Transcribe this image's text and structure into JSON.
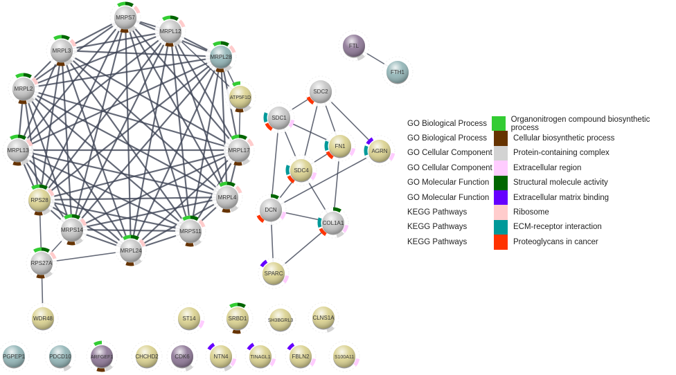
{
  "terms": {
    "org": {
      "category": "GO Biological Process",
      "label": "Organonitrogen compound biosynthetic process",
      "color": "#33cc33"
    },
    "cbp": {
      "category": "GO Biological Process",
      "label": "Cellular biosynthetic process",
      "color": "#663300"
    },
    "pcc": {
      "category": "GO Cellular Component",
      "label": "Protein-containing complex",
      "color": "#d3d3d3"
    },
    "exr": {
      "category": "GO Cellular Component",
      "label": "Extracellular region",
      "color": "#ffccff"
    },
    "sma": {
      "category": "GO Molecular Function",
      "label": "Structural molecule activity",
      "color": "#006600"
    },
    "emb": {
      "category": "GO Molecular Function",
      "label": "Extracellular matrix binding",
      "color": "#6600ff"
    },
    "rib": {
      "category": "KEGG Pathways",
      "label": "Ribosome",
      "color": "#ffcccc"
    },
    "ecm": {
      "category": "KEGG Pathways",
      "label": "ECM-receptor interaction",
      "color": "#009999"
    },
    "pgc": {
      "category": "KEGG Pathways",
      "label": "Proteoglycans in cancer",
      "color": "#ff3300"
    }
  },
  "legend_order": [
    "org",
    "cbp",
    "pcc",
    "exr",
    "sma",
    "emb",
    "rib",
    "ecm",
    "pgc"
  ],
  "node_colors": {
    "gray": "#c4c4c4",
    "yellow": "#d9d08c",
    "teal": "#8fb3b5",
    "purple": "#8a7393"
  },
  "nodes": [
    {
      "id": "MRPS7",
      "color": "gray",
      "terms": [
        "org",
        "sma",
        "rib",
        "pcc",
        "cbp"
      ]
    },
    {
      "id": "MRPL12",
      "color": "gray",
      "terms": [
        "org",
        "sma",
        "rib",
        "pcc",
        "cbp"
      ]
    },
    {
      "id": "MRPL3",
      "color": "gray",
      "terms": [
        "org",
        "sma",
        "rib",
        "pcc",
        "cbp"
      ]
    },
    {
      "id": "MRPL28",
      "color": "teal",
      "terms": [
        "org",
        "sma",
        "rib",
        "pcc",
        "cbp"
      ]
    },
    {
      "id": "MRPL2",
      "color": "gray",
      "terms": [
        "org",
        "sma",
        "rib",
        "pcc",
        "cbp"
      ]
    },
    {
      "id": "ATP5F1D",
      "color": "yellow",
      "terms": [
        "org",
        "pcc",
        "cbp"
      ]
    },
    {
      "id": "MRPL13",
      "color": "gray",
      "terms": [
        "org",
        "sma",
        "rib",
        "pcc",
        "cbp"
      ]
    },
    {
      "id": "MRPL17",
      "color": "gray",
      "terms": [
        "org",
        "sma",
        "rib",
        "pcc",
        "cbp"
      ]
    },
    {
      "id": "RPS28",
      "color": "yellow",
      "terms": [
        "org",
        "sma",
        "rib",
        "pcc",
        "cbp"
      ]
    },
    {
      "id": "MRPL4",
      "color": "gray",
      "terms": [
        "org",
        "sma",
        "rib",
        "pcc",
        "cbp"
      ]
    },
    {
      "id": "MRPS14",
      "color": "gray",
      "terms": [
        "org",
        "sma",
        "rib",
        "pcc",
        "cbp"
      ]
    },
    {
      "id": "MRPS11",
      "color": "gray",
      "terms": [
        "org",
        "sma",
        "rib",
        "pcc",
        "cbp"
      ]
    },
    {
      "id": "MRPL24",
      "color": "gray",
      "terms": [
        "org",
        "sma",
        "rib",
        "pcc",
        "cbp"
      ]
    },
    {
      "id": "RPS27A",
      "color": "gray",
      "terms": [
        "org",
        "sma",
        "rib",
        "pcc",
        "cbp"
      ]
    },
    {
      "id": "WDR48",
      "color": "yellow",
      "terms": []
    },
    {
      "id": "FTL",
      "color": "purple",
      "terms": [
        "pcc"
      ]
    },
    {
      "id": "FTH1",
      "color": "teal",
      "terms": []
    },
    {
      "id": "SDC2",
      "color": "gray",
      "terms": [
        "pgc"
      ]
    },
    {
      "id": "SDC1",
      "color": "gray",
      "terms": [
        "ecm",
        "pgc",
        "exr"
      ]
    },
    {
      "id": "FN1",
      "color": "yellow",
      "terms": [
        "ecm",
        "pgc",
        "exr"
      ]
    },
    {
      "id": "AGRN",
      "color": "yellow",
      "terms": [
        "emb",
        "ecm",
        "exr"
      ]
    },
    {
      "id": "SDC4",
      "color": "yellow",
      "terms": [
        "ecm",
        "pgc",
        "exr"
      ]
    },
    {
      "id": "DCN",
      "color": "gray",
      "terms": [
        "sma",
        "pgc",
        "exr"
      ]
    },
    {
      "id": "COL1A1",
      "color": "gray",
      "terms": [
        "sma",
        "ecm",
        "pgc",
        "exr",
        "pcc"
      ]
    },
    {
      "id": "SPARC",
      "color": "yellow",
      "terms": [
        "emb",
        "exr"
      ]
    },
    {
      "id": "ST14",
      "color": "yellow",
      "terms": [
        "exr"
      ]
    },
    {
      "id": "SRBD1",
      "color": "yellow",
      "terms": [
        "org",
        "sma",
        "cbp"
      ]
    },
    {
      "id": "SH3BGRL3",
      "color": "yellow",
      "terms": []
    },
    {
      "id": "CLNS1A",
      "color": "yellow",
      "terms": [
        "pcc"
      ]
    },
    {
      "id": "PGPEP1",
      "color": "teal",
      "terms": []
    },
    {
      "id": "PDCD10",
      "color": "teal",
      "terms": [
        "pcc"
      ]
    },
    {
      "id": "ARFGEF1",
      "color": "purple",
      "terms": [
        "org",
        "cbp",
        "pcc"
      ]
    },
    {
      "id": "CHCHD2",
      "color": "yellow",
      "terms": []
    },
    {
      "id": "CDK6",
      "color": "purple",
      "terms": [
        "pcc"
      ]
    },
    {
      "id": "NTN4",
      "color": "yellow",
      "terms": [
        "emb",
        "exr",
        "pcc"
      ]
    },
    {
      "id": "TINAGL1",
      "color": "yellow",
      "terms": [
        "emb",
        "exr"
      ]
    },
    {
      "id": "FBLN2",
      "color": "yellow",
      "terms": [
        "emb",
        "exr"
      ]
    },
    {
      "id": "S100A11",
      "color": "yellow",
      "terms": [
        "exr"
      ]
    }
  ],
  "clique": [
    "MRPS7",
    "MRPL12",
    "MRPL3",
    "MRPL28",
    "MRPL2",
    "MRPL13",
    "MRPL17",
    "RPS28",
    "MRPL4",
    "MRPS14",
    "MRPS11",
    "MRPL24"
  ],
  "edges": [
    [
      "ATP5F1D",
      "MRPL17"
    ],
    [
      "ATP5F1D",
      "MRPL12"
    ],
    [
      "ATP5F1D",
      "MRPL28"
    ],
    [
      "RPS27A",
      "RPS28"
    ],
    [
      "RPS27A",
      "MRPL24"
    ],
    [
      "RPS27A",
      "MRPS14"
    ],
    [
      "RPS27A",
      "WDR48"
    ],
    [
      "FTL",
      "FTH1"
    ],
    [
      "SDC2",
      "SDC1"
    ],
    [
      "SDC2",
      "SDC4"
    ],
    [
      "SDC2",
      "FN1"
    ],
    [
      "SDC2",
      "AGRN"
    ],
    [
      "SDC1",
      "FN1"
    ],
    [
      "SDC1",
      "SDC4"
    ],
    [
      "SDC1",
      "DCN"
    ],
    [
      "FN1",
      "SDC4"
    ],
    [
      "FN1",
      "COL1A1"
    ],
    [
      "AGRN",
      "DCN"
    ],
    [
      "SDC4",
      "DCN"
    ],
    [
      "SDC4",
      "COL1A1"
    ],
    [
      "DCN",
      "COL1A1"
    ],
    [
      "DCN",
      "SPARC"
    ],
    [
      "COL1A1",
      "SPARC"
    ]
  ]
}
